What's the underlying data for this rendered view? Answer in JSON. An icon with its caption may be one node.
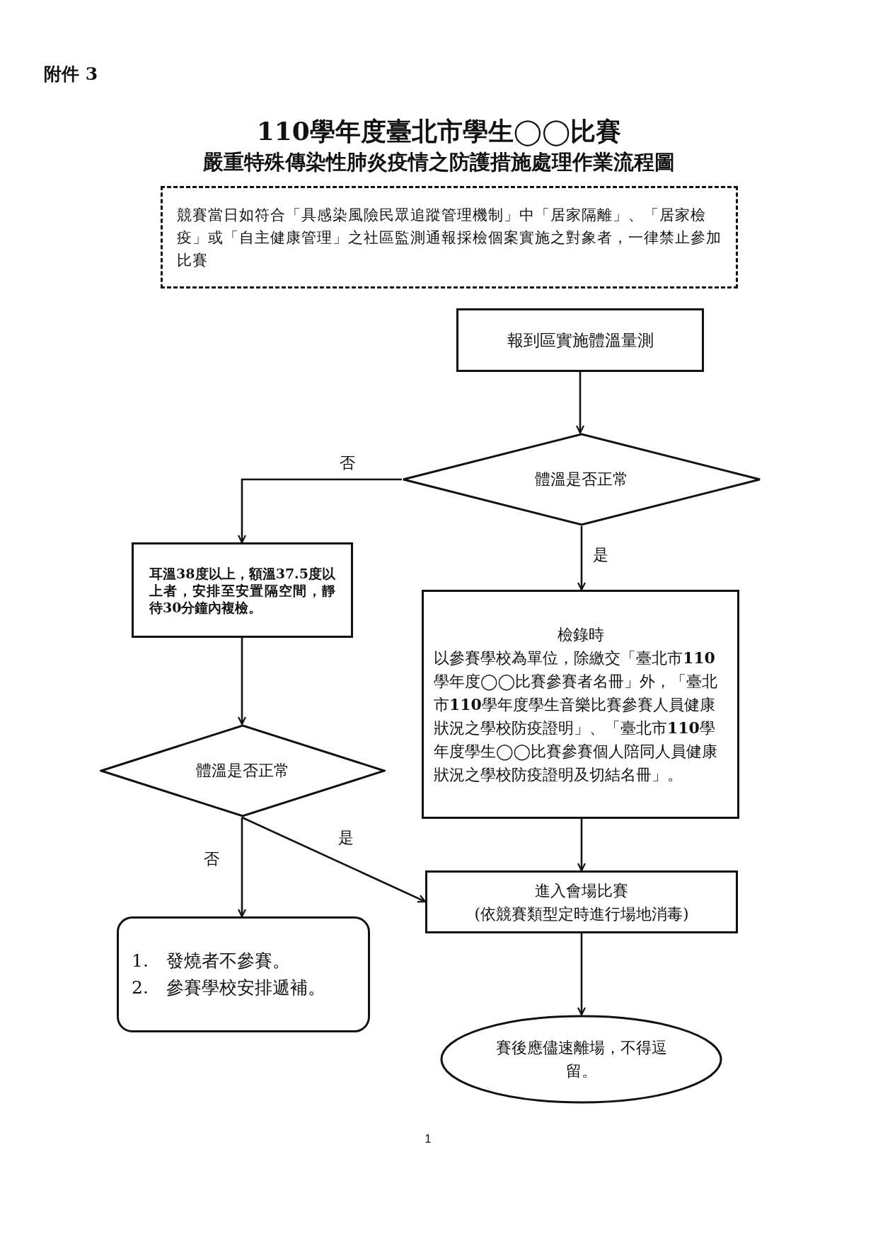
{
  "diagram": {
    "title": "110學年度臺北市學生◯◯比賽",
    "nodes": [
      {
        "text": [
          "競賽當日如符合「具感染風險民眾追蹤管理機制」中「居家隔離」、「居家檢疫」或「自主健康管理」之社區監測通報採檢個案實施之對象者，一律禁止參加比賽"
        ]
      },
      {
        "text": [
          "報到區實施體溫量測"
        ]
      },
      {
        "text": [
          "體溫是否正常"
        ]
      },
      {
        "text": [
          "耳溫38度以上，額溫37.5度以上者，安排至安置隔空間，靜待30分鐘內複檢。"
        ]
      },
      {
        "text": [
          "體溫是否正常"
        ]
      },
      {
        "text": [
          "檢錄時",
          "以參賽學校為單位，除繳交「臺北市**110**學年度◯◯比賽參賽者名冊」外，「臺北市**110**學年度學生音樂比賽參賽人員健康狀況之學校防疫證明」、「臺北市**110**學年度學生◯◯比賽參賽個人陪同人員健康狀況之學校防疫證明及切結名冊」。"
        ]
      },
      {
        "text": [
          "進入會場比賽",
          "(依競賽類型定時進行場地消毒)"
        ]
      },
      {
        "text": [
          "1.　發燒者不參賽。",
          "2.　參賽學校安排遞補。"
        ]
      },
      {
        "text": [
          "賽後應儘速離場，不得逗留。"
        ]
      }
    ],
    "edges": [
      {
        "from": 1,
        "to": 2,
        "arrow": "to"
      },
      {
        "from": 2,
        "to": 3,
        "arrow": "to",
        "label": "否"
      },
      {
        "from": 2,
        "to": 5,
        "arrow": "to",
        "label": "是"
      },
      {
        "from": 3,
        "to": 4,
        "arrow": "to"
      },
      {
        "from": 4,
        "to": 7,
        "arrow": "to",
        "label": "否"
      },
      {
        "from": 4,
        "to": 6,
        "arrow": "to",
        "label": "是"
      },
      {
        "from": 5,
        "to": 6,
        "arrow": "to"
      },
      {
        "from": 6,
        "to": 8,
        "arrow": "to"
      }
    ],
    "labels": [
      "附件 3",
      "嚴重特殊傳染性肺炎疫情之防護措施處理作業流程圖",
      "1"
    ]
  }
}
